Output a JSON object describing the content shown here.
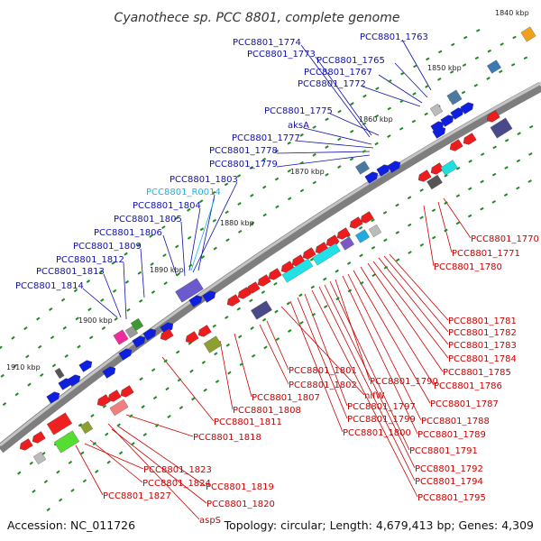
{
  "title": "Cyanothece sp. PCC 8801, complete genome",
  "footer": {
    "accession": "Accession: NC_011726",
    "topology": "Topology: circular; Length: 4,679,413 bp; Genes: 4,309"
  },
  "colors": {
    "backbone": "#8a8a8a",
    "forward_label": "#1010b0",
    "reverse_label": "#cc0000",
    "rna_label": "#19b4e0",
    "tick": "#1f8a1f",
    "forward_gene": "#0f1fe0",
    "reverse_gene": "#ee1c1c"
  },
  "scale_ticks": [
    "1840 kbp",
    "1850 kbp",
    "1860 kbp",
    "1870 kbp",
    "1880 kbp",
    "1890 kbp",
    "1900 kbp",
    "1910 kbp"
  ],
  "forward_labels": [
    "PCC8801_1763",
    "PCC8801_1765",
    "PCC8801_1767",
    "PCC8801_1772",
    "PCC8801_1773",
    "PCC8801_1774",
    "PCC8801_1775",
    "aksA",
    "PCC8801_1777",
    "PCC8801_1778",
    "PCC8801_1779",
    "PCC8801_1803",
    "PCC8801_R0014",
    "PCC8801_1804",
    "PCC8801_1805",
    "PCC8801_1806",
    "PCC8801_1809",
    "PCC8801_1812",
    "PCC8801_1813",
    "PCC8801_1814"
  ],
  "reverse_labels": [
    "PCC8801_1770",
    "PCC8801_1771",
    "PCC8801_1780",
    "PCC8801_1781",
    "PCC8801_1782",
    "PCC8801_1783",
    "PCC8801_1784",
    "PCC8801_1785",
    "PCC8801_1786",
    "PCC8801_1787",
    "PCC8801_1788",
    "PCC8801_1789",
    "PCC8801_1790",
    "PCC8801_1791",
    "PCC8801_1792",
    "PCC8801_1794",
    "PCC8801_1795",
    "PCC8801_1797",
    "PCC8801_1799",
    "PCC8801_1800",
    "PCC8801_1801",
    "PCC8801_1802",
    "nifW",
    "PCC8801_1807",
    "PCC8801_1808",
    "PCC8801_1811",
    "PCC8801_1818",
    "PCC8801_1819",
    "PCC8801_1820",
    "PCC8801_1823",
    "PCC8801_1824",
    "PCC8801_1827",
    "aspS"
  ]
}
